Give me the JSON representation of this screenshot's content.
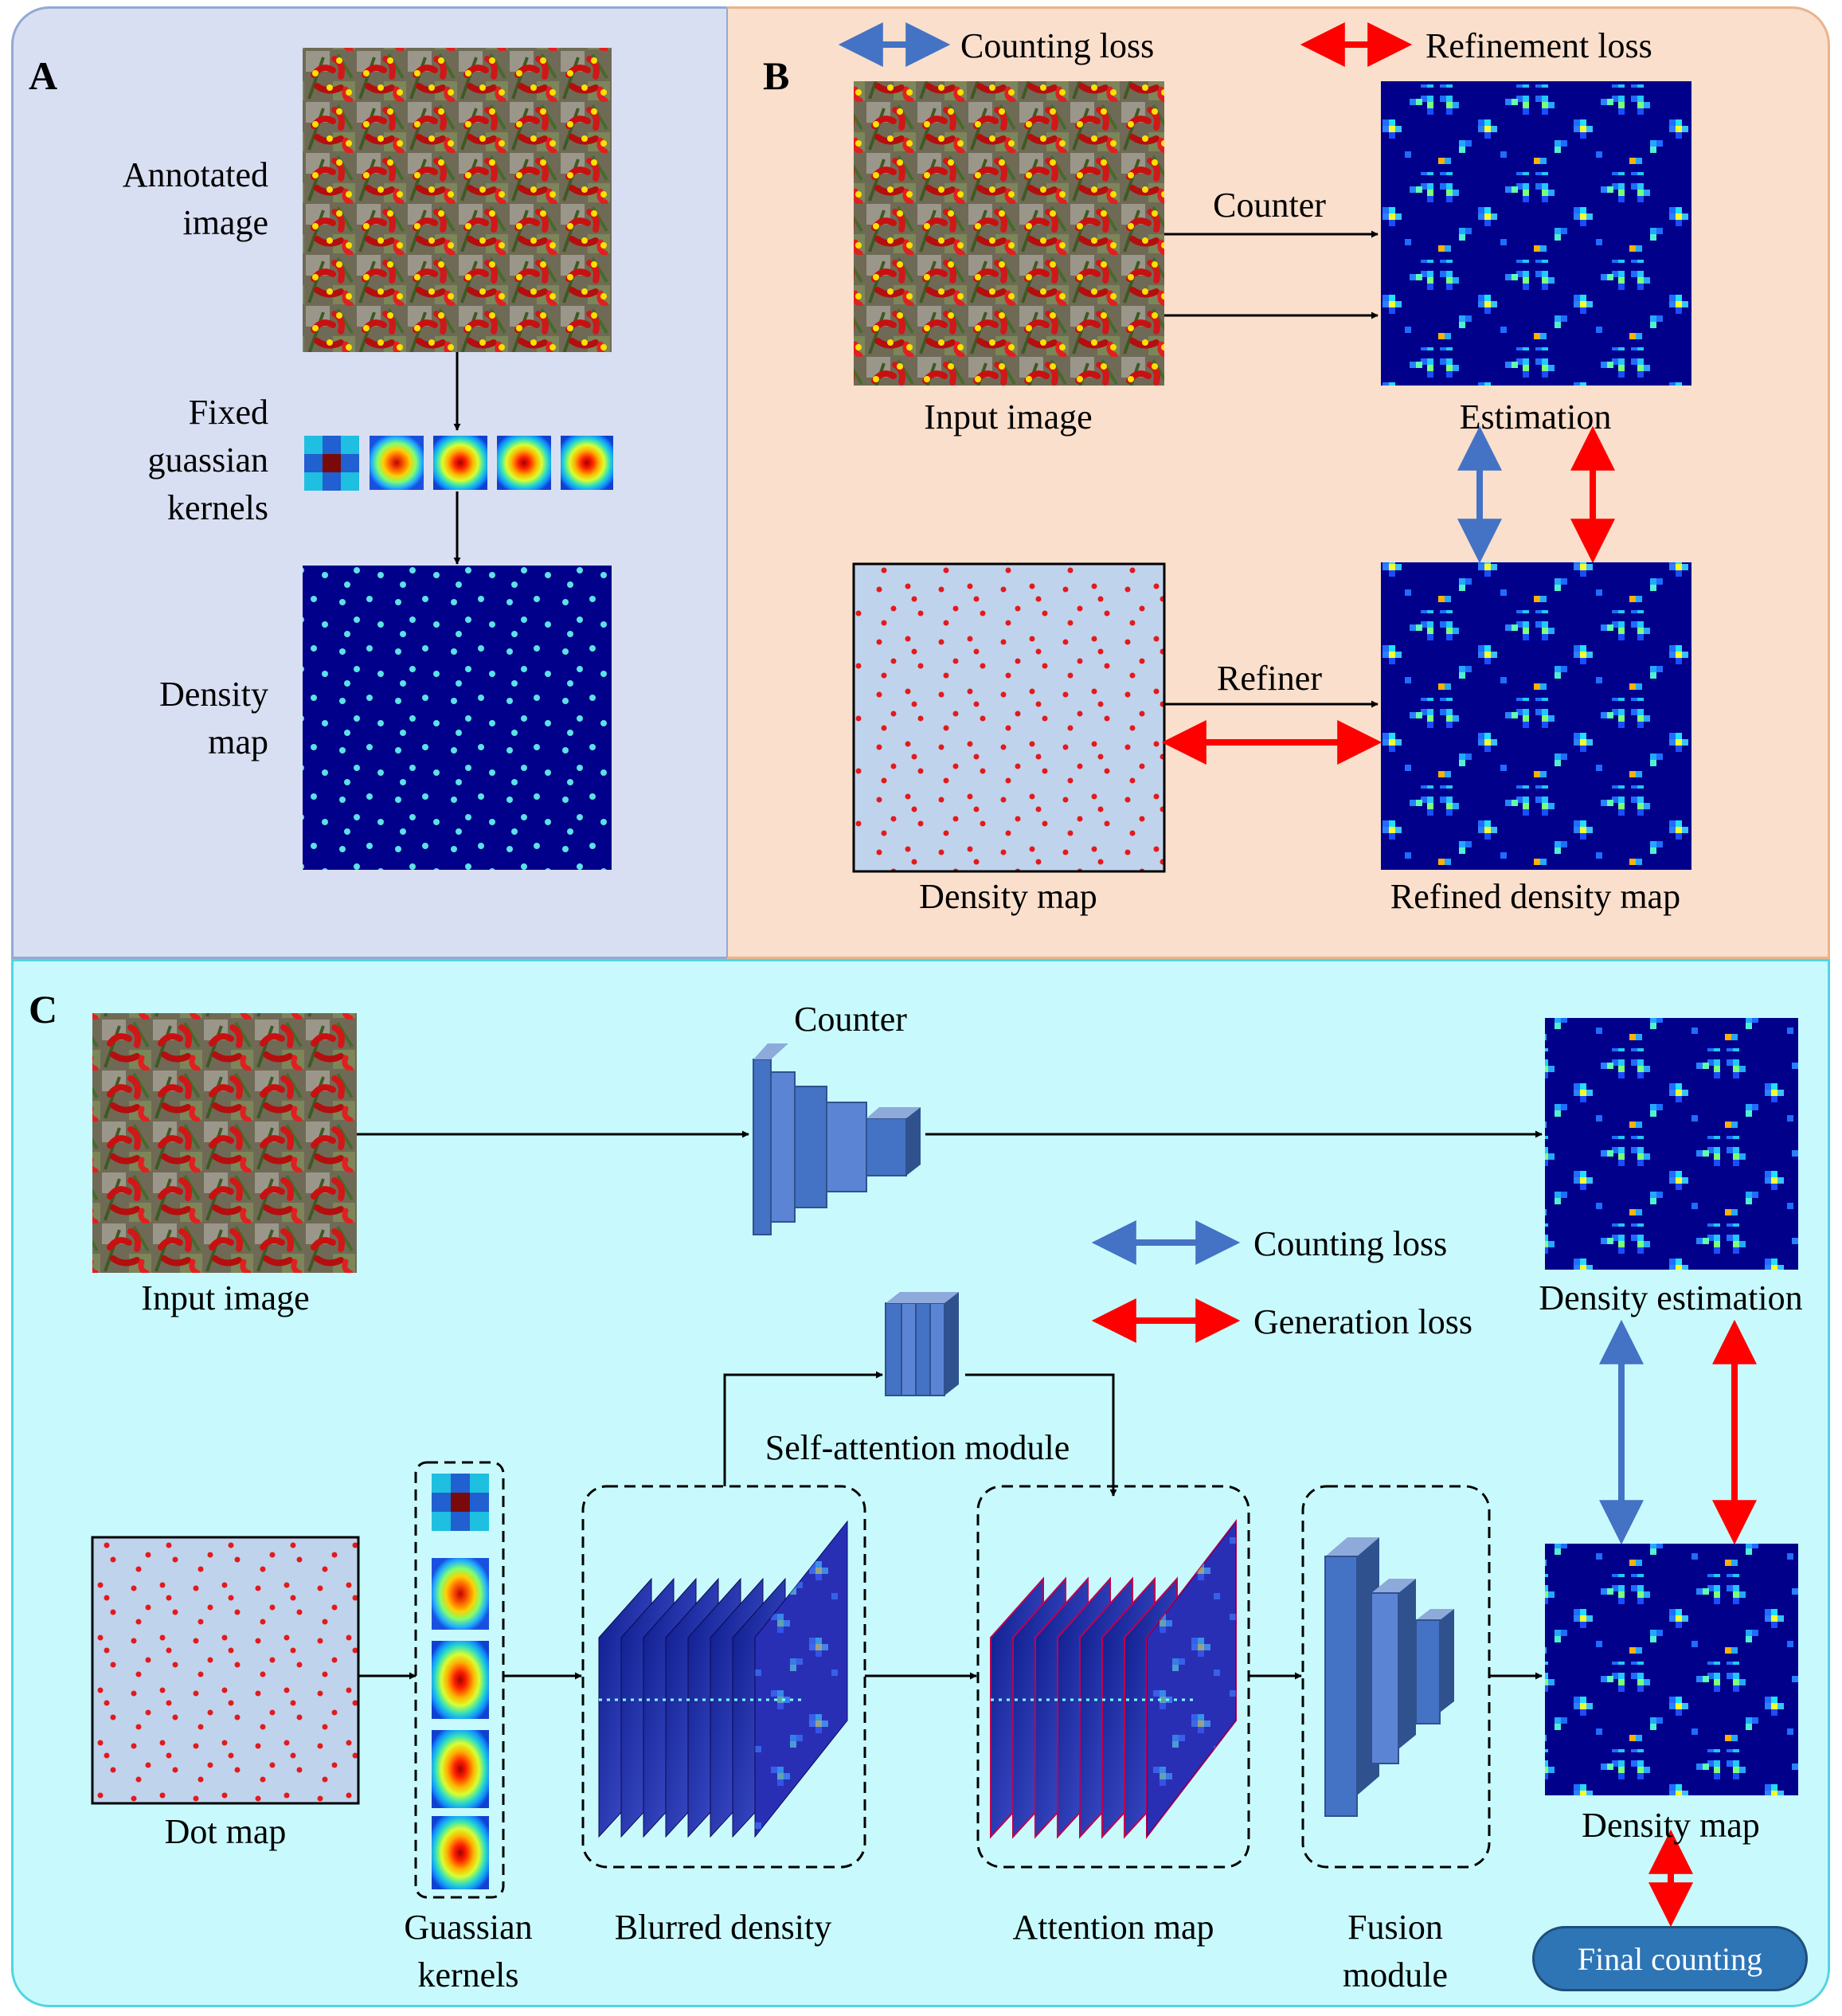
{
  "panels": {
    "a": {
      "letter": "A",
      "annotated_image_line1": "Annotated",
      "annotated_image_line2": "image",
      "fixed_kernels_line1": "Fixed",
      "fixed_kernels_line2": "guassian",
      "fixed_kernels_line3": "kernels",
      "density_map_line1": "Density",
      "density_map_line2": "map"
    },
    "b": {
      "letter": "B",
      "legend_counting": "Counting loss",
      "legend_refinement": "Refinement loss",
      "counter_label": "Counter",
      "refiner_label": "Refiner",
      "input_image": "Input image",
      "estimation": "Estimation",
      "density_map": "Density map",
      "refined_density_map": "Refined density map"
    },
    "c": {
      "letter": "C",
      "counter_label": "Counter",
      "input_image": "Input image",
      "density_estimation": "Density estimation",
      "legend_counting": "Counting loss",
      "legend_generation": "Generation loss",
      "self_attention": "Self-attention module",
      "dot_map": "Dot map",
      "kernels_line1": "Guassian",
      "kernels_line2": "kernels",
      "blurred_density": "Blurred density",
      "attention_map": "Attention map",
      "fusion_line1": "Fusion",
      "fusion_line2": "module",
      "density_map": "Density map",
      "final_counting": "Final counting"
    }
  },
  "colors": {
    "counting_loss_arrow": "#4472c4",
    "refinement_loss_arrow": "#ff0000",
    "density_background": "#00008b",
    "dot_color": "#e31a1c",
    "panel_a_bg": "#d9dff2",
    "panel_b_bg": "#f9dfcc",
    "panel_c_bg": "#c8fafd"
  }
}
